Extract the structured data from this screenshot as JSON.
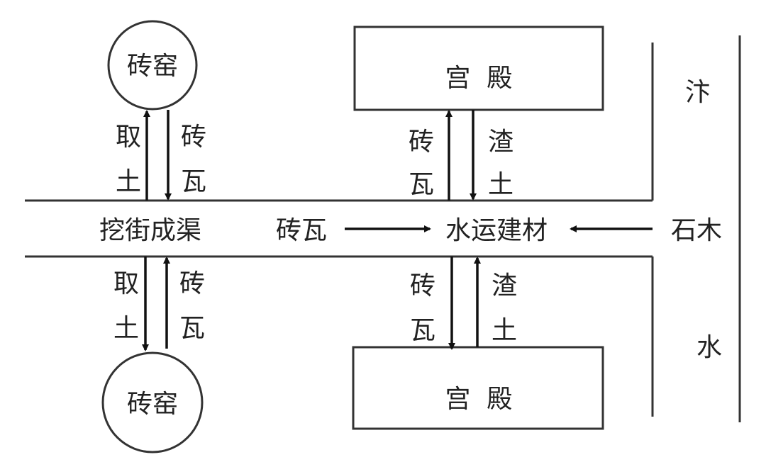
{
  "kilns": {
    "top": "砖窑",
    "bottom": "砖窑"
  },
  "palaces": {
    "top": "宫  殿",
    "bottom": "宫  殿"
  },
  "left_top_arrows": {
    "up_label": [
      "取",
      "土"
    ],
    "down_label": [
      "砖",
      "瓦"
    ]
  },
  "left_bottom_arrows": {
    "down_label": [
      "取",
      "土"
    ],
    "up_label": [
      "砖",
      "瓦"
    ]
  },
  "mid_top_arrows": {
    "up_label": [
      "砖",
      "瓦"
    ],
    "down_label": [
      "渣",
      "土"
    ]
  },
  "mid_bottom_arrows": {
    "down_label": [
      "砖",
      "瓦"
    ],
    "up_label": [
      "渣",
      "土"
    ]
  },
  "street": {
    "canal": "挖街成渠",
    "bricks": "砖瓦",
    "transport": "水运建材",
    "stone_wood": "石木"
  },
  "river": {
    "top_char": "汴",
    "bottom_char": "水"
  }
}
